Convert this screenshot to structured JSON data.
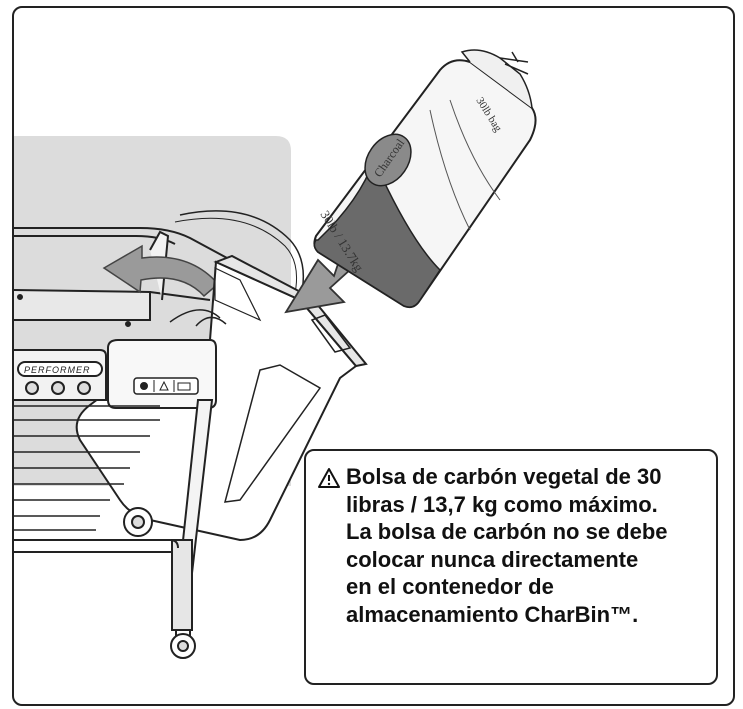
{
  "warning": {
    "icon": "warning-triangle-icon",
    "text": "Bolsa de carbón vegetal de 30\nlibras / 13,7 kg como máximo.\nLa bolsa de carbón no se debe\ncolocar nunca directamente\nen el contenedor de\nalmacenamiento CharBin™."
  },
  "grill": {
    "brand": "PERFORMER",
    "panel_icons": [
      "dot-icon",
      "warning-icon",
      "manual-icon"
    ]
  },
  "bag": {
    "size_top": "30lb bag",
    "size_label": "30lb / 13.7kg",
    "logo_text": "Charcoal"
  },
  "colors": {
    "highlight_gray": "#dcdcdc",
    "line": "#222222",
    "bag_dark": "#6a6a6a",
    "arrow": "#9a9a9a"
  }
}
